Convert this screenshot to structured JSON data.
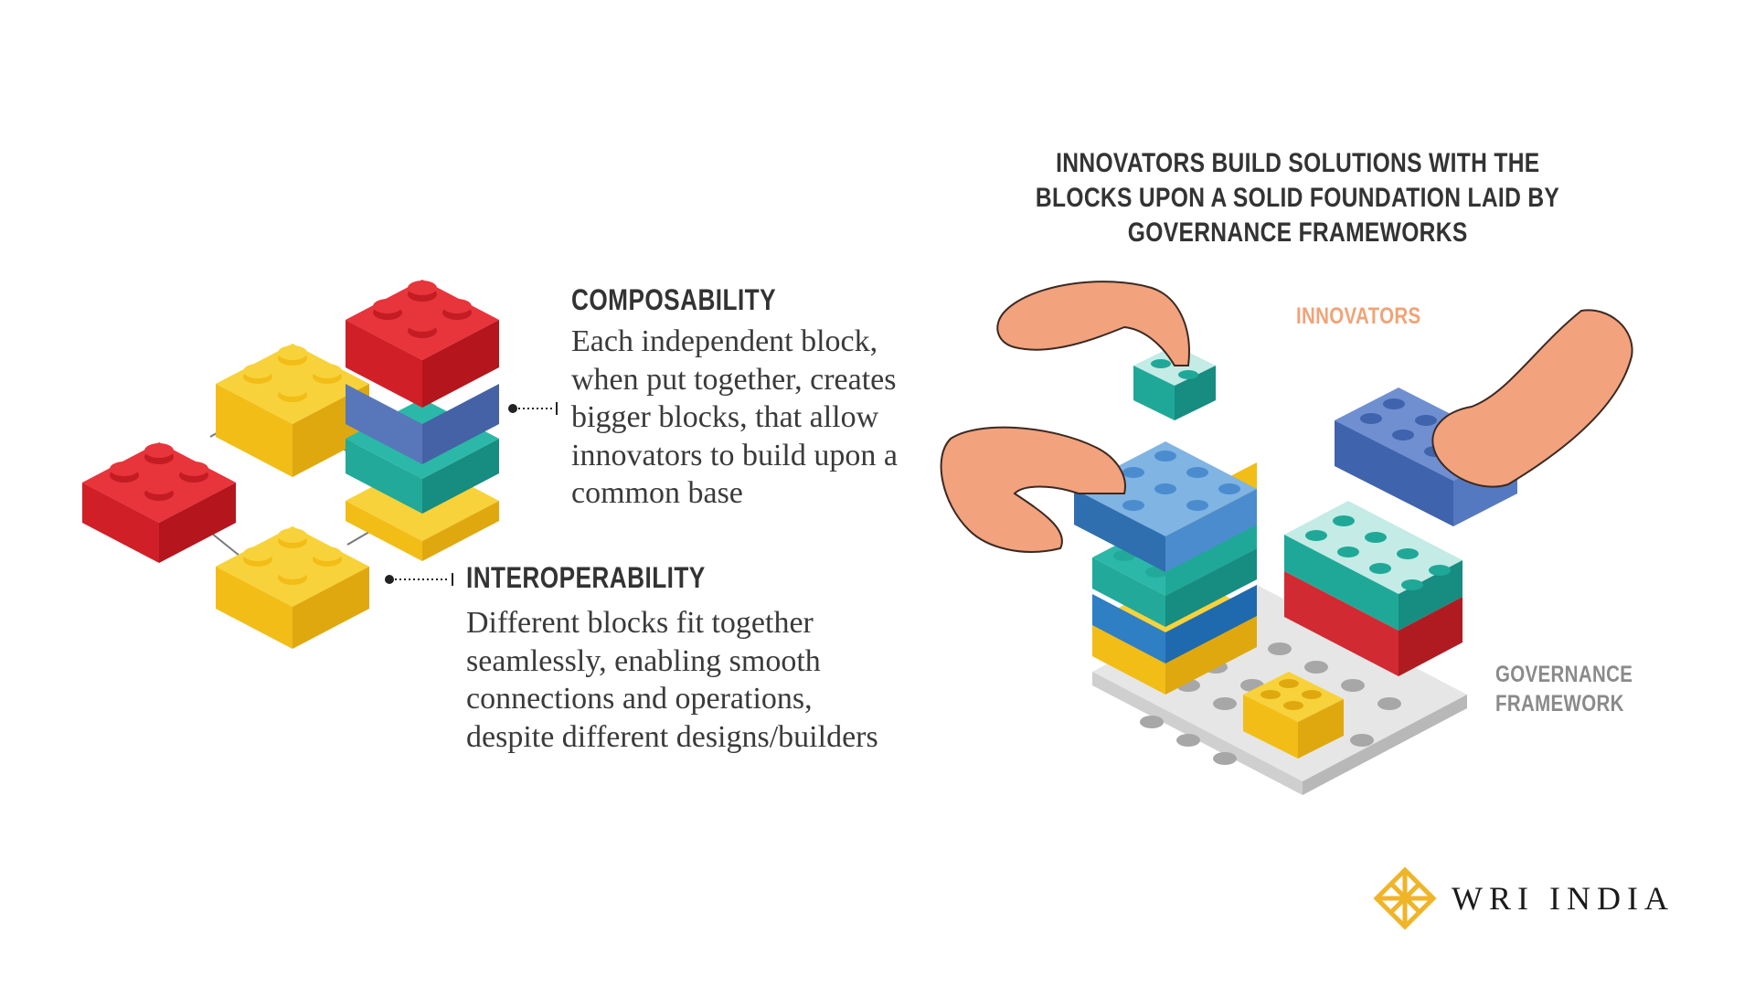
{
  "composability": {
    "heading": "COMPOSABILITY",
    "lines": [
      "Each independent block,",
      "when put together, creates",
      "bigger blocks, that allow",
      "innovators to build upon a",
      "common base"
    ]
  },
  "interoperability": {
    "heading": "INTEROPERABILITY",
    "lines": [
      "Different blocks fit together",
      "seamlessly, enabling smooth",
      "connections and operations,",
      "despite different designs/builders"
    ]
  },
  "right_title": {
    "lines": [
      "INNOVATORS BUILD SOLUTIONS WITH THE",
      "BLOCKS UPON A SOLID FOUNDATION LAID BY",
      "GOVERNANCE FRAMEWORKS"
    ]
  },
  "labels": {
    "innovators": "INNOVATORS",
    "governance": [
      "GOVERNANCE",
      "FRAMEWORK"
    ]
  },
  "brand": {
    "name": "WRI INDIA"
  },
  "colors": {
    "red": "#d9262e",
    "yellow": "#f6c41e",
    "blue": "#5c7fc1",
    "teal": "#1ea99a",
    "light_teal": "#b7e3dd",
    "light_blue": "#6ea6d8",
    "grey": "#dcdcdc",
    "skin": "#f2a27d",
    "innovators_label": "#f0a377",
    "governance_label": "#8a8a8a",
    "logo": "#f0b429"
  }
}
